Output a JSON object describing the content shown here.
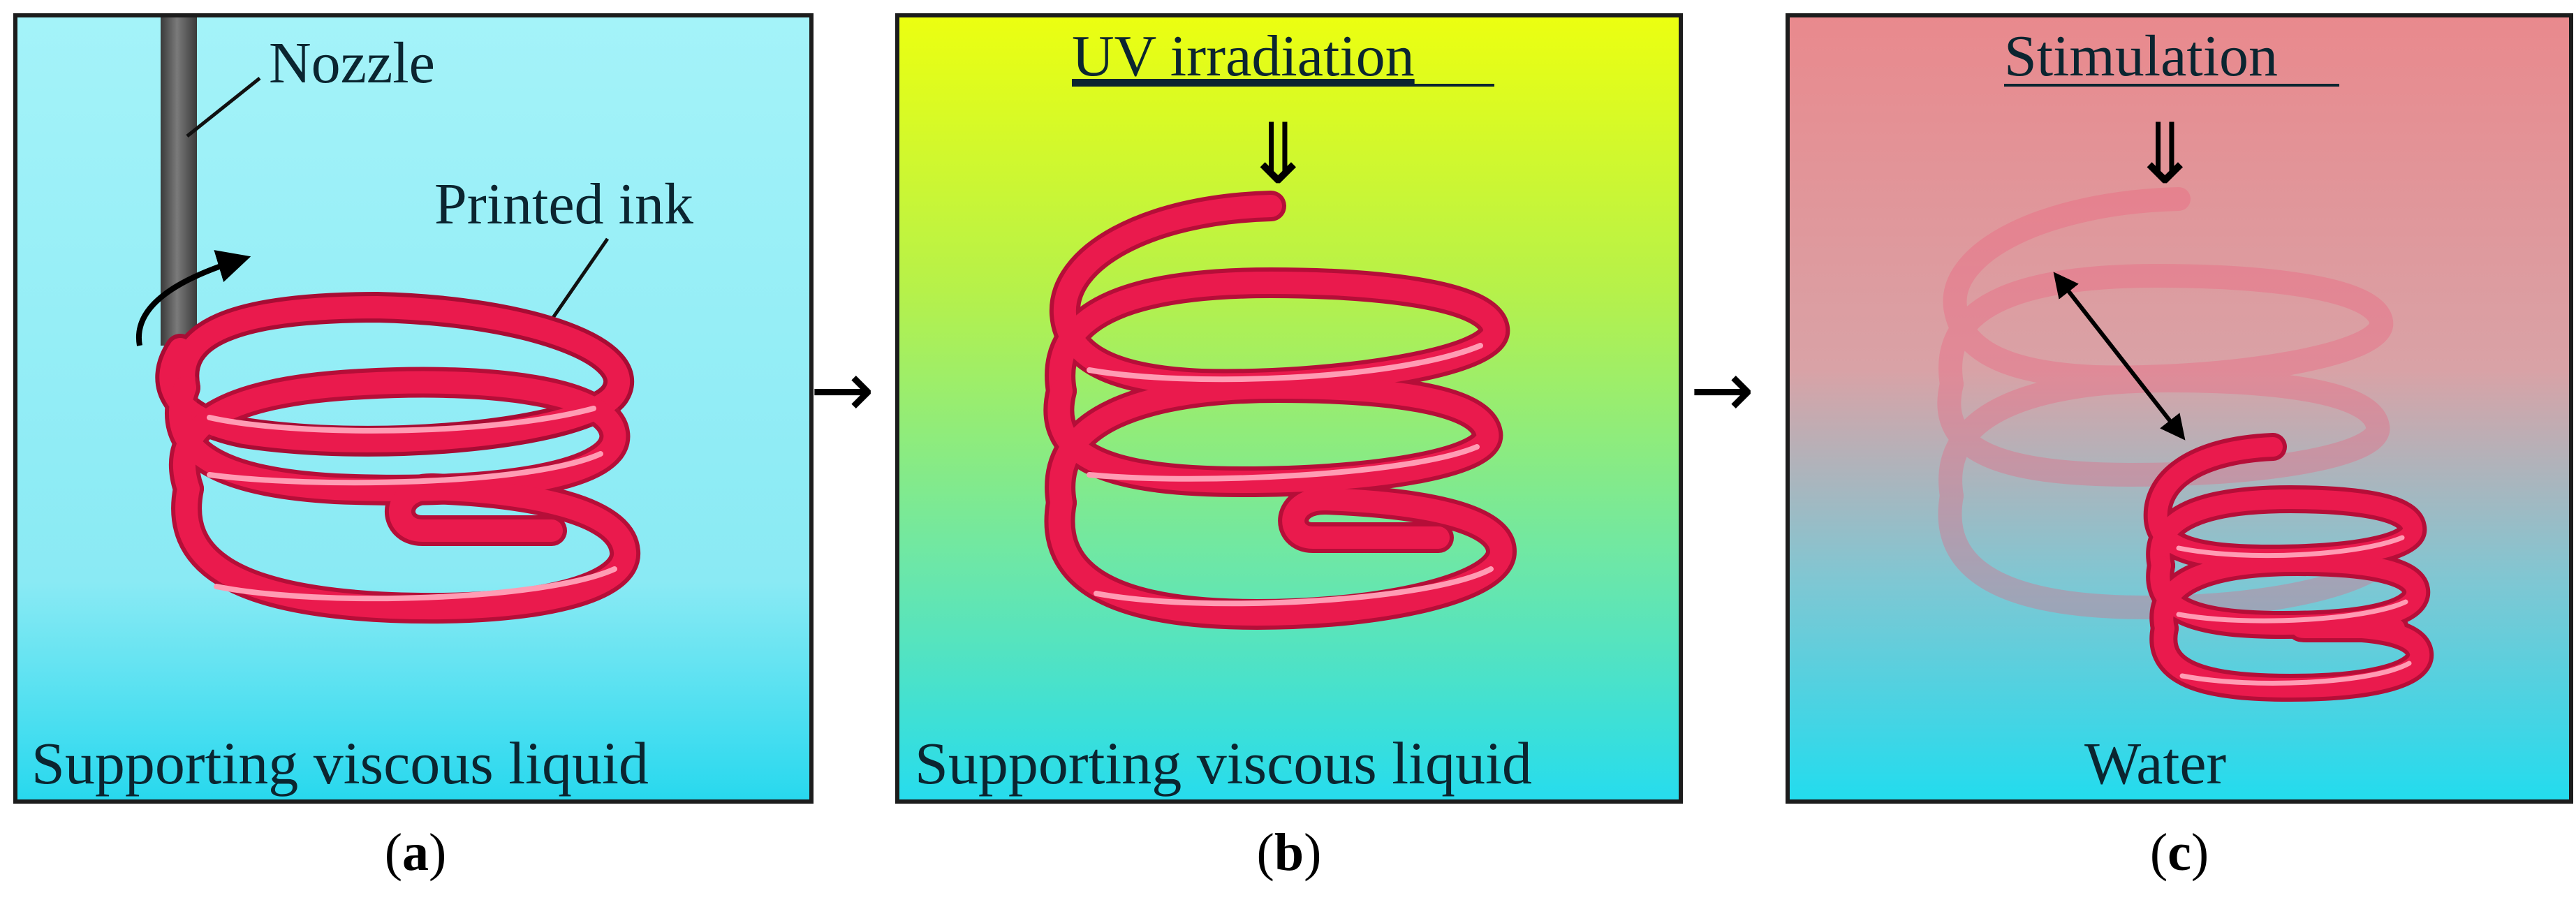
{
  "panels": [
    {
      "id": "a",
      "labels": {
        "nozzle": "Nozzle",
        "ink": "Printed ink",
        "bottom": "Supporting viscous liquid"
      },
      "caption_letter": "a",
      "background_colors": [
        "#9ff1f8",
        "#29d9ee"
      ]
    },
    {
      "id": "b",
      "labels": {
        "top": "UV irradiation",
        "arrow": "⇓",
        "bottom": "Supporting viscous liquid"
      },
      "caption_letter": "b",
      "background_colors": [
        "#e7ff17",
        "#2ee0ee"
      ]
    },
    {
      "id": "c",
      "labels": {
        "top": "Stimulation",
        "arrow": "⇓",
        "bottom": "Water"
      },
      "caption_letter": "c",
      "background_colors": [
        "#e69296",
        "#2fe2ee"
      ]
    }
  ],
  "connectors": [
    "→",
    "→"
  ],
  "colors": {
    "ink": "#e8154a",
    "ink_highlight": "#ff8ca8",
    "nozzle": "#575757",
    "border": "#1c1c1c"
  }
}
